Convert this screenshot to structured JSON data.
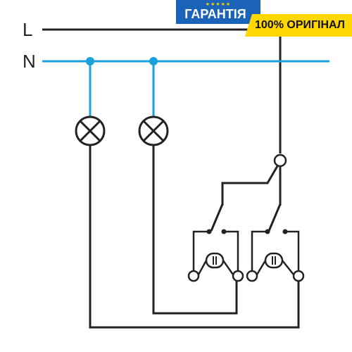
{
  "diagram": {
    "line_label": "L",
    "neutral_label": "N"
  },
  "banner": {
    "stars": "★★★★★",
    "title": "ГАРАНТІЯ",
    "subtitle": "100% ОРИГІНАЛ"
  },
  "colors": {
    "wire": "#222222",
    "neutral_wire": "#1aa0dc",
    "banner_blue": "#1a63b8",
    "banner_yellow": "#ffd700",
    "star": "#ffd500"
  }
}
